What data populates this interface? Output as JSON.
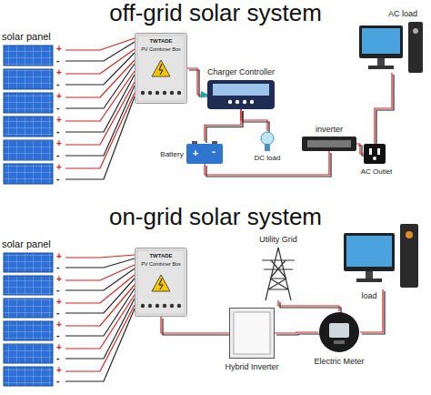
{
  "diagram": {
    "title": "off-grid solar system",
    "nodes": [
      {
        "text": [
          "TWTADE",
          "PV Combiner Box"
        ]
      },
      {
        "text": [
          "Charger Controller"
        ]
      },
      {
        "text": [
          "+",
          "-",
          "Battery"
        ]
      },
      {
        "text": [
          "DC load"
        ]
      },
      {
        "text": [
          "inverter"
        ]
      },
      {
        "text": [
          "AC load"
        ]
      },
      {
        "text": [
          "AC Outlet"
        ]
      },
      {
        "text": [
          "TWTADE",
          "PV Combiner Box"
        ]
      },
      {
        "text": [
          "Utility Grid"
        ]
      },
      {
        "text": [
          "load"
        ]
      },
      {
        "text": [
          "Hybrid Inverter"
        ]
      },
      {
        "text": [
          "Electric Meter"
        ]
      }
    ],
    "edges": [
      {
        "from": 0,
        "to": 1,
        "arrow": "to"
      },
      {
        "from": 1,
        "to": 2,
        "arrow": "none"
      },
      {
        "from": 1,
        "to": 3,
        "arrow": "none"
      },
      {
        "from": 2,
        "to": 4,
        "arrow": "none"
      },
      {
        "from": 4,
        "to": 6,
        "arrow": "none"
      },
      {
        "from": 6,
        "to": 5,
        "arrow": "none"
      },
      {
        "from": 7,
        "to": 10,
        "arrow": "none"
      },
      {
        "from": 10,
        "to": 11,
        "arrow": "none"
      },
      {
        "from": 11,
        "to": 8,
        "arrow": "none"
      },
      {
        "from": 11,
        "to": 9,
        "arrow": "none"
      }
    ],
    "labels": [
      "on-grid solar system",
      "solar panel",
      "solar panel",
      "+",
      "-",
      "+",
      "-",
      "+",
      "-",
      "+",
      "-",
      "+",
      "-",
      "+",
      "-",
      "+",
      "-",
      "+",
      "-",
      "+",
      "-",
      "+",
      "-",
      "+",
      "-",
      "+",
      "-"
    ]
  }
}
